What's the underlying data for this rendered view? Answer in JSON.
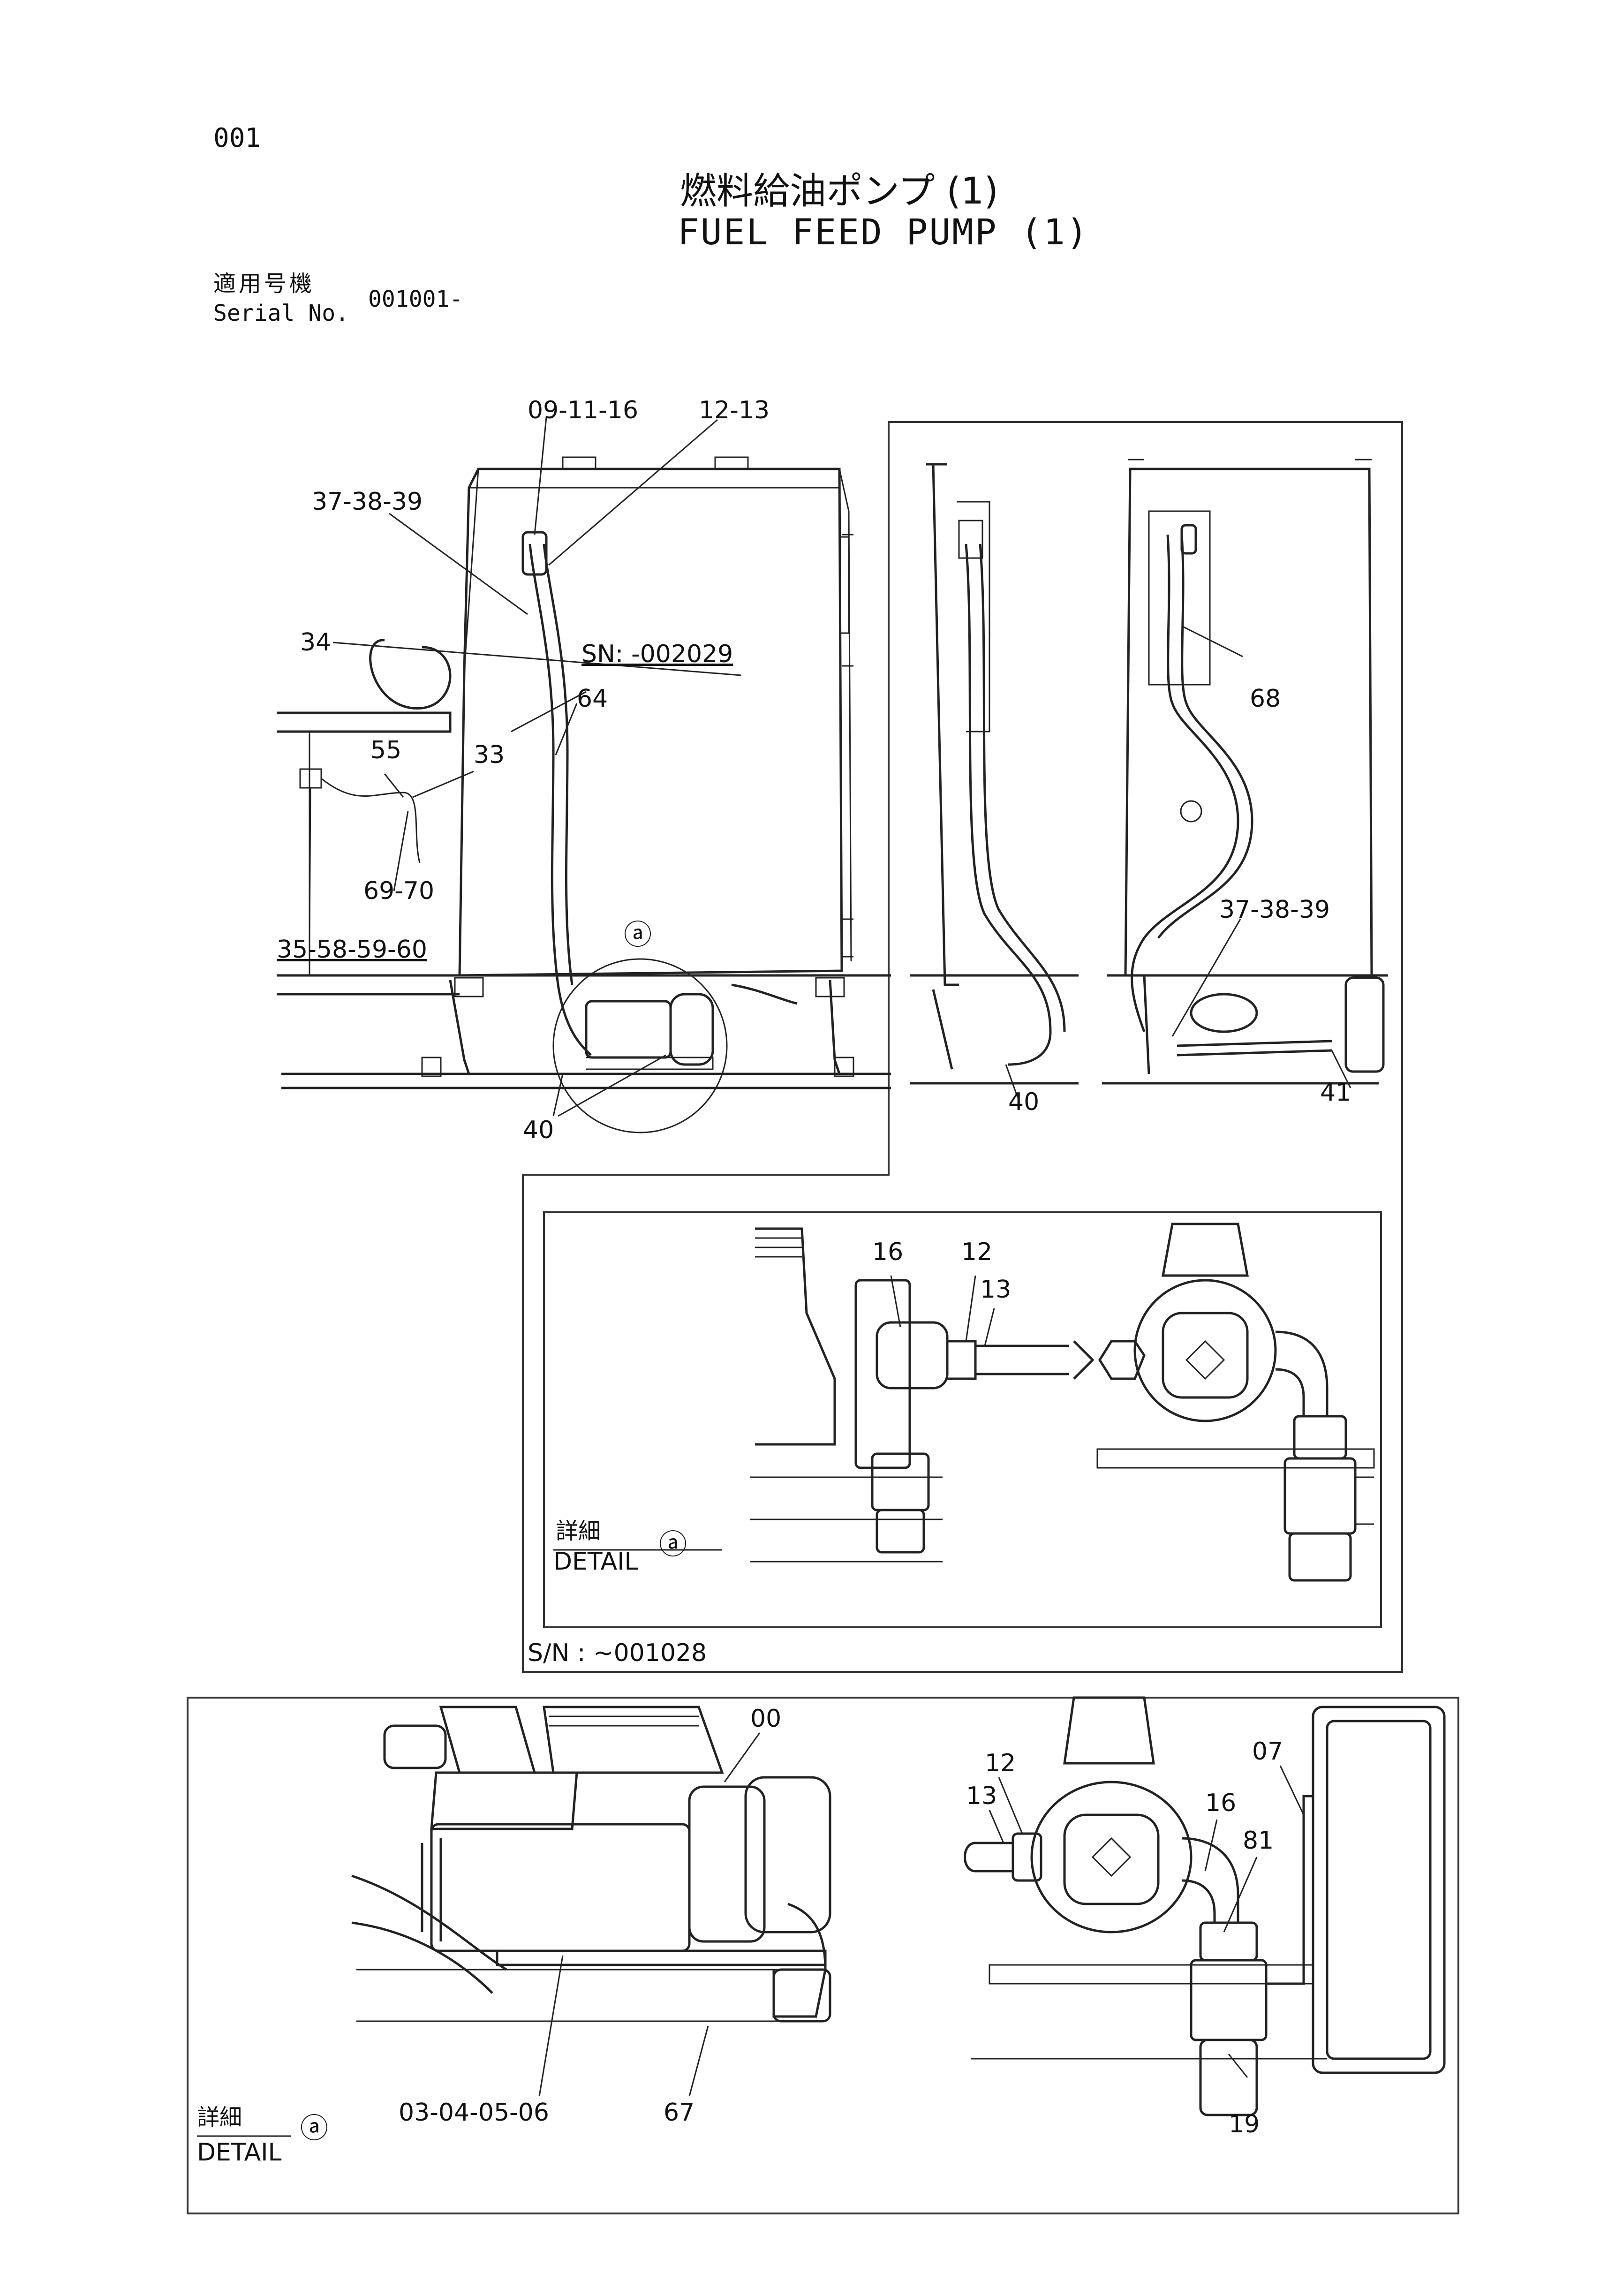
{
  "page_number": "001",
  "title_jp": "燃料給油ポンプ (1)",
  "title_en": "FUEL FEED PUMP (1)",
  "applicable_jp": "適用号機",
  "serial_label": "Serial No.",
  "serial_value": "001001-",
  "main_view": {
    "callouts": {
      "c1": "09-11-16",
      "c2": "12-13",
      "c3": "37-38-39",
      "c4": "34",
      "c5": "SN: -002029",
      "c6": "64",
      "c7": "55",
      "c8": "33",
      "c9": "69-70",
      "c10": "35-58-59-60",
      "c11": "40",
      "detail_marker": "ⓐ"
    }
  },
  "side_views": {
    "callouts": {
      "c1": "68",
      "c2": "37-38-39",
      "c3": "40",
      "c4": "41"
    }
  },
  "detail_old": {
    "callouts": {
      "c1": "16",
      "c2": "12",
      "c3": "13"
    },
    "detail_jp": "詳細",
    "detail_en": "DETAIL",
    "marker": "ⓐ",
    "sn_note": "S/N : ~001028"
  },
  "detail_new": {
    "callouts": {
      "c1": "00",
      "c2": "07",
      "c3": "12",
      "c4": "13",
      "c5": "16",
      "c6": "81",
      "c7": "03-04-05-06",
      "c8": "67",
      "c9": "19"
    },
    "detail_jp": "詳細",
    "detail_en": "DETAIL",
    "marker": "ⓐ"
  }
}
